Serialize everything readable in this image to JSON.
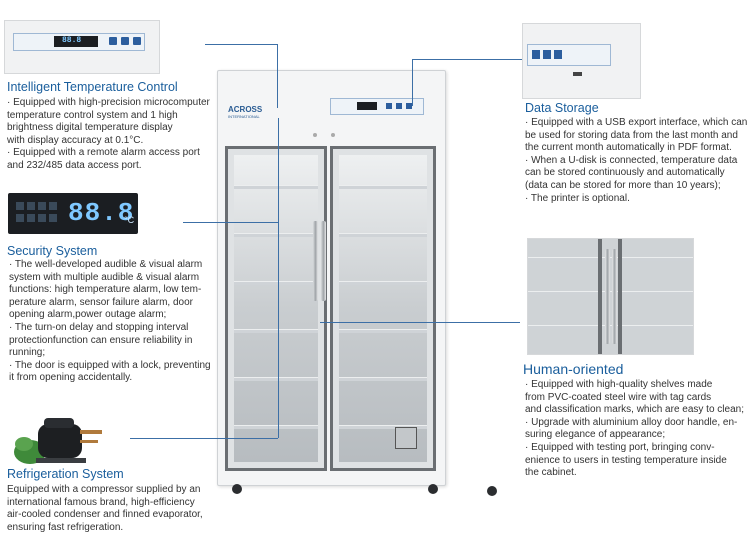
{
  "sections": {
    "temp": {
      "title": "Intelligent Temperature Control",
      "lines": [
        "· Equipped with high-precision microcomputer",
        "  temperature control system and 1    high",
        "  brightness digital temperature display",
        "  with display accuracy at 0.1°C.",
        "· Equipped with a remote alarm access port",
        "  and 232/485 data access port."
      ]
    },
    "security": {
      "title": "Security System",
      "lines": [
        "· The well-developed audible & visual alarm",
        "  system with multiple audible & visual alarm",
        "  functions: high temperature alarm, low tem-",
        "  perature alarm, sensor failure alarm, door",
        "  opening alarm,power outage alarm;",
        "· The turn-on delay and stopping interval",
        "  protectionfunction can ensure reliability in",
        "  running;",
        "· The door is equipped with a lock, preventing",
        "  it from opening accidentally."
      ]
    },
    "refrigeration": {
      "title": "Refrigeration System",
      "lines": [
        "Equipped with a compressor supplied by an",
        "international famous brand, high-efficiency",
        "air-cooled condenser and finned evaporator,",
        "ensuring fast refrigeration."
      ]
    },
    "storage": {
      "title": "Data Storage",
      "lines": [
        "· Equipped with a USB export interface, which can",
        "  be used for storing data from the last month and",
        "  the current month automatically in PDF format.",
        "· When a U-disk is connected, temperature data",
        "  can be stored continuously and automatically",
        "  (data can be stored for more than 10 years);",
        "· The printer is optional."
      ]
    },
    "human": {
      "title": "Human-oriented",
      "lines": [
        "· Equipped with high-quality shelves made",
        "  from PVC-coated steel wire with tag cards",
        "  and classification marks, which are easy to clean;",
        "· Upgrade with  aluminium alloy door handle, en-",
        "  suring elegance of appearance;",
        "· Equipped with testing port, bringing conv-",
        "  enience to users in testing temperature inside",
        "  the cabinet."
      ]
    }
  },
  "display": {
    "digits": "88.8",
    "unit": "°C",
    "small_readout": "88.8"
  },
  "brand": {
    "name": "ACROSS",
    "sub": "INTERNATIONAL"
  },
  "colors": {
    "heading": "#1a5e9c",
    "line": "#3c6fa6",
    "panel": "#eef3f8",
    "display_bg": "#1b1e22",
    "digit": "#7fc8ff"
  },
  "icons": [
    "thermometer-icon",
    "usb-icon",
    "alarm-icon",
    "lock-icon"
  ]
}
